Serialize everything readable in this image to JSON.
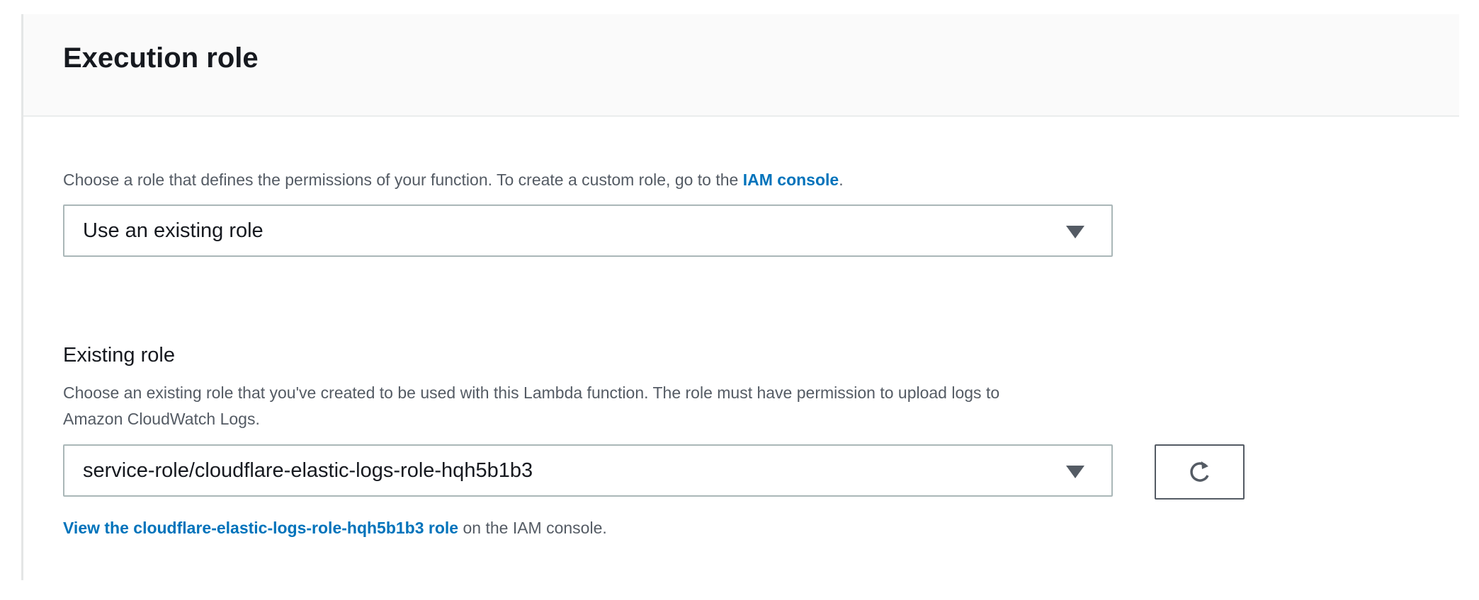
{
  "section": {
    "title": "Execution role",
    "description_prefix": "Choose a role that defines the permissions of your function. To create a custom role, go to the ",
    "description_link": "IAM console",
    "description_suffix": ".",
    "role_type_select": {
      "value": "Use an existing role"
    },
    "existing_role": {
      "label": "Existing role",
      "description_line1": "Choose an existing role that you've created to be used with this Lambda function. The role must have permission to upload logs to",
      "description_line2": "Amazon CloudWatch Logs.",
      "select_value": "service-role/cloudflare-elastic-logs-role-hqh5b1b3",
      "refresh_icon": "refresh-icon",
      "view_link": "View the cloudflare-elastic-logs-role-hqh5b1b3 role",
      "view_suffix": " on the IAM console."
    }
  },
  "colors": {
    "link": "#0073bb",
    "header_bg": "#fafafa",
    "muted_text": "#545b64"
  }
}
